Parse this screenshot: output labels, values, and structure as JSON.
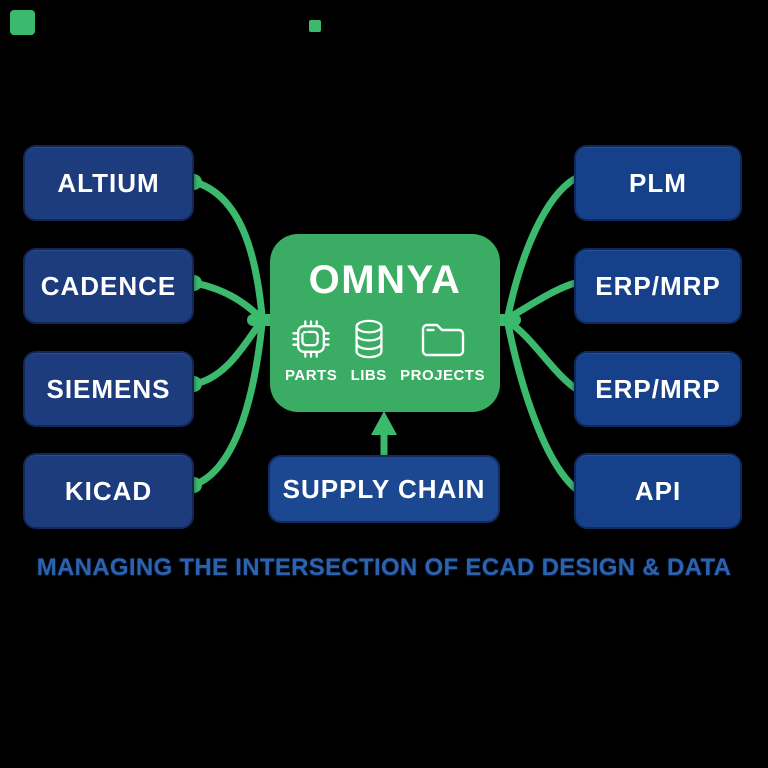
{
  "colors": {
    "background": "#000000",
    "node_blue_left": "#1d3c7e",
    "node_blue_right": "#16418a",
    "supply_blue": "#1c4791",
    "center_green": "#3bac63",
    "connector_green": "#3bb96d",
    "text_white": "#ffffff",
    "tagline_blue": "#2d63ad"
  },
  "left_nodes": [
    {
      "label": "ALTIUM"
    },
    {
      "label": "CADENCE"
    },
    {
      "label": "SIEMENS"
    },
    {
      "label": "KICAD"
    }
  ],
  "right_nodes": [
    {
      "label": "PLM"
    },
    {
      "label": "ERP/MRP"
    },
    {
      "label": "ERP/MRP"
    },
    {
      "label": "API"
    }
  ],
  "center": {
    "title": "OMNYA",
    "features": [
      {
        "label": "PARTS",
        "icon": "chip-icon"
      },
      {
        "label": "LIBS",
        "icon": "database-icon"
      },
      {
        "label": "PROJECTS",
        "icon": "folder-icon"
      }
    ]
  },
  "supply_node": {
    "label": "SUPPLY CHAIN"
  },
  "tagline": "MANAGING THE INTERSECTION OF ECAD DESIGN & DATA"
}
